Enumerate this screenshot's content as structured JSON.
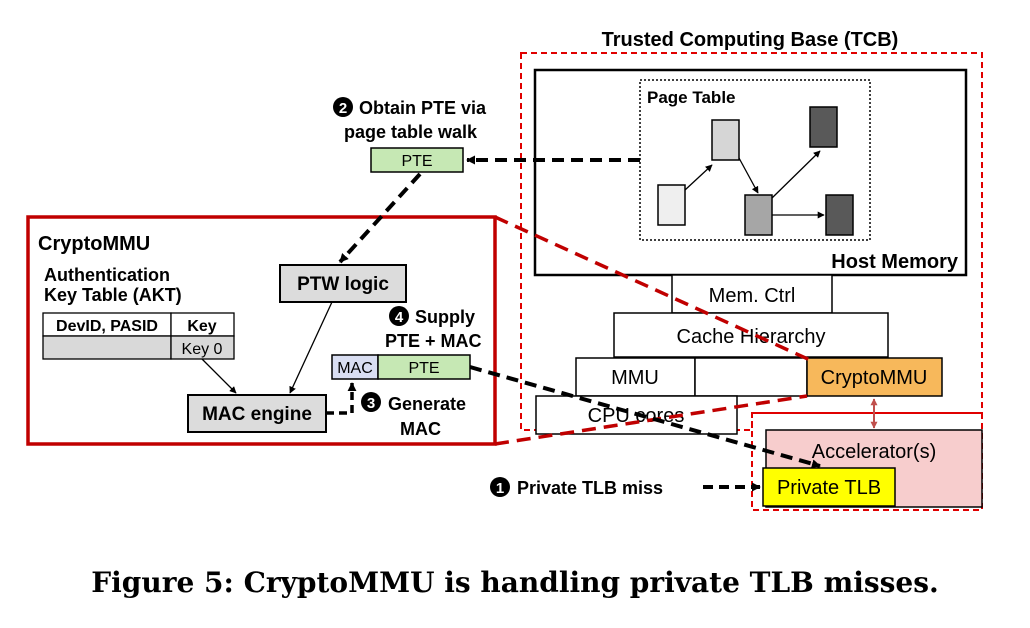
{
  "tcb_title": "Trusted Computing Base (TCB)",
  "host_memory": "Host Memory",
  "page_table": "Page Table",
  "mem_ctrl": "Mem. Ctrl",
  "cache_hierarchy": "Cache Hierarchy",
  "mmu": "MMU",
  "cpu_cores": "CPU cores",
  "cryptommu_box": "CryptoMMU",
  "accelerators": "Accelerator(s)",
  "private_tlb": "Private TLB",
  "step1": {
    "number": "1",
    "label": "Private TLB miss"
  },
  "step2": {
    "number": "2",
    "line1": "Obtain PTE via",
    "line2": "page table walk"
  },
  "step3": {
    "number": "3",
    "line1": "Generate",
    "line2": "MAC"
  },
  "step4": {
    "number": "4",
    "line1": "Supply",
    "line2": "PTE + MAC"
  },
  "pte": "PTE",
  "mac": "MAC",
  "cryptommu_title": "CryptoMMU",
  "akt": {
    "title_line1": "Authentication",
    "title_line2": "Key Table (AKT)",
    "headers": [
      "DevID, PASID",
      "Key"
    ],
    "row_key": "Key 0"
  },
  "ptw_logic": "PTW logic",
  "mac_engine": "MAC engine",
  "caption": "Figure 5: CryptoMMU is handling private TLB misses.",
  "colors": {
    "tcb_border": "#e00000",
    "cryptommu_border": "#c00000",
    "pte_fill": "#c6e8b4",
    "mac_fill": "#d9def2",
    "cryptommu_fill": "#f7b85b",
    "accelerator_fill": "#f7cdcd",
    "private_tlb_fill": "#ffff00",
    "logic_fill": "#dcdcdc"
  }
}
